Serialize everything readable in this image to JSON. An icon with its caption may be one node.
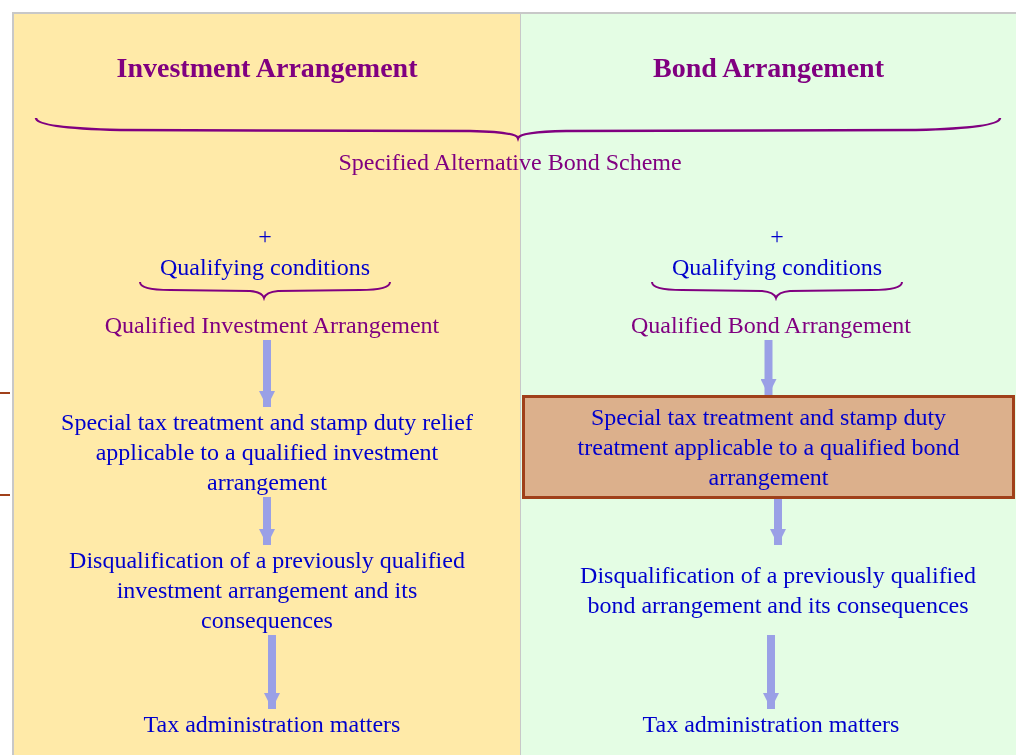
{
  "diagram": {
    "nodes": [
      {
        "text": [
          "Investment Arrangement"
        ]
      },
      {
        "text": [
          "Bond Arrangement"
        ]
      },
      {
        "text": [
          "Qualified Investment Arrangement"
        ],
        "in": 0
      },
      {
        "text": [
          "Special tax treatment and stamp duty relief applicable to a qualified investment arrangement"
        ],
        "in": 0
      },
      {
        "text": [
          "Disqualification of a previously qualified investment arrangement and its consequences"
        ],
        "in": 0
      },
      {
        "text": [
          "Tax administration matters"
        ],
        "in": 0
      },
      {
        "text": [
          "Qualified Bond Arrangement"
        ],
        "in": 1
      },
      {
        "text": [
          "Special tax treatment and stamp duty treatment applicable to a qualified bond arrangement"
        ],
        "in": 1
      },
      {
        "text": [
          "Disqualification of a previously qualified bond arrangement and its consequences"
        ],
        "in": 1
      },
      {
        "text": [
          "Tax administration matters"
        ],
        "in": 1
      }
    ],
    "edges": [
      {
        "from": 2,
        "to": 3,
        "arrow": "to"
      },
      {
        "from": 3,
        "to": 4,
        "arrow": "to"
      },
      {
        "from": 4,
        "to": 5,
        "arrow": "to"
      },
      {
        "from": 6,
        "to": 7,
        "arrow": "to"
      },
      {
        "from": 7,
        "to": 8,
        "arrow": "to"
      },
      {
        "from": 8,
        "to": 9,
        "arrow": "to"
      }
    ],
    "labels": [
      "Specified Alternative Bond Scheme",
      "+",
      "Qualifying conditions",
      "+",
      "Qualifying conditions"
    ]
  }
}
